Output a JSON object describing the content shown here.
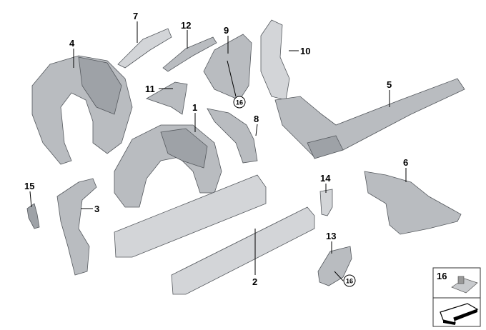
{
  "diagram": {
    "part_labels": {
      "p1": "1",
      "p2": "2",
      "p3": "3",
      "p4": "4",
      "p5": "5",
      "p6": "6",
      "p7": "7",
      "p8": "8",
      "p9": "9",
      "p10": "10",
      "p11": "11",
      "p12": "12",
      "p13": "13",
      "p14": "14",
      "p15": "15",
      "p16a": "16",
      "p16b": "16"
    },
    "legend_box": {
      "label": "16"
    }
  }
}
